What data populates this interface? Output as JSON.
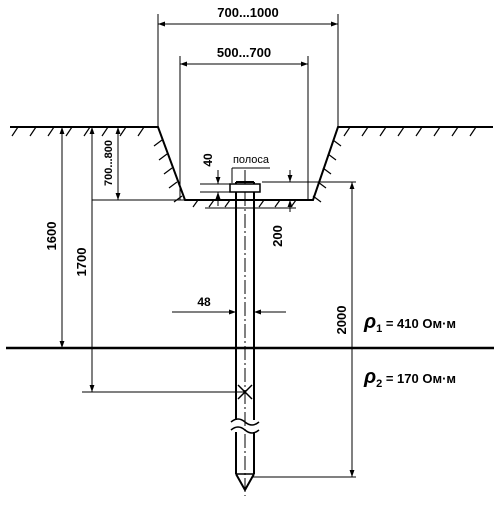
{
  "dimensions": {
    "trench_top_width": "700...1000",
    "trench_bottom_width": "500...700",
    "trench_depth": "700...800",
    "strip_height": "40",
    "strip_label": "полоса",
    "rod_below_trench": "200",
    "depth_layer_boundary": "1600",
    "depth_rod_mark": "1700",
    "rod_diameter": "48",
    "rod_length": "2000"
  },
  "soil_layers": {
    "upper": {
      "symbol": "ρ",
      "subscript": "1",
      "value": " = 410 Ом·м"
    },
    "lower": {
      "symbol": "ρ",
      "subscript": "2",
      "value": " = 170 Ом·м"
    }
  }
}
